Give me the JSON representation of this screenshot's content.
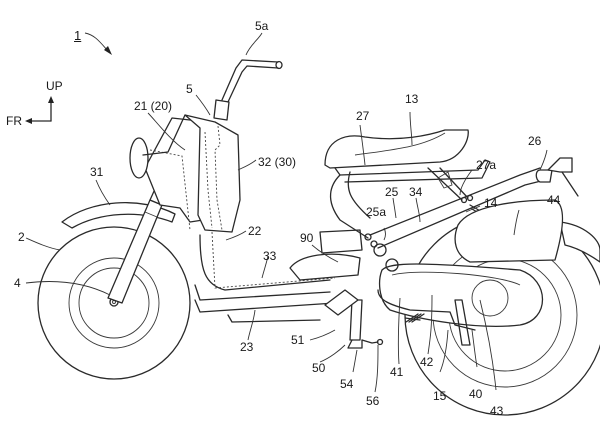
{
  "figure": {
    "figure_reference": "1",
    "orientation": {
      "up_label": "UP",
      "front_label": "FR"
    },
    "labels": [
      {
        "id": "5a",
        "text": "5a"
      },
      {
        "id": "5",
        "text": "5"
      },
      {
        "id": "21",
        "text": "21 (20)"
      },
      {
        "id": "32",
        "text": "32 (30)"
      },
      {
        "id": "31",
        "text": "31"
      },
      {
        "id": "2",
        "text": "2"
      },
      {
        "id": "4",
        "text": "4"
      },
      {
        "id": "22",
        "text": "22"
      },
      {
        "id": "33",
        "text": "33"
      },
      {
        "id": "23",
        "text": "23"
      },
      {
        "id": "13",
        "text": "13"
      },
      {
        "id": "27",
        "text": "27"
      },
      {
        "id": "26",
        "text": "26"
      },
      {
        "id": "27a",
        "text": "27a"
      },
      {
        "id": "25",
        "text": "25"
      },
      {
        "id": "34",
        "text": "34"
      },
      {
        "id": "25a",
        "text": "25a"
      },
      {
        "id": "14",
        "text": "14"
      },
      {
        "id": "44",
        "text": "44"
      },
      {
        "id": "90",
        "text": "90"
      },
      {
        "id": "51",
        "text": "51"
      },
      {
        "id": "50",
        "text": "50"
      },
      {
        "id": "54",
        "text": "54"
      },
      {
        "id": "56",
        "text": "56"
      },
      {
        "id": "41",
        "text": "41"
      },
      {
        "id": "42",
        "text": "42"
      },
      {
        "id": "15",
        "text": "15"
      },
      {
        "id": "40",
        "text": "40"
      },
      {
        "id": "43",
        "text": "43"
      }
    ]
  }
}
